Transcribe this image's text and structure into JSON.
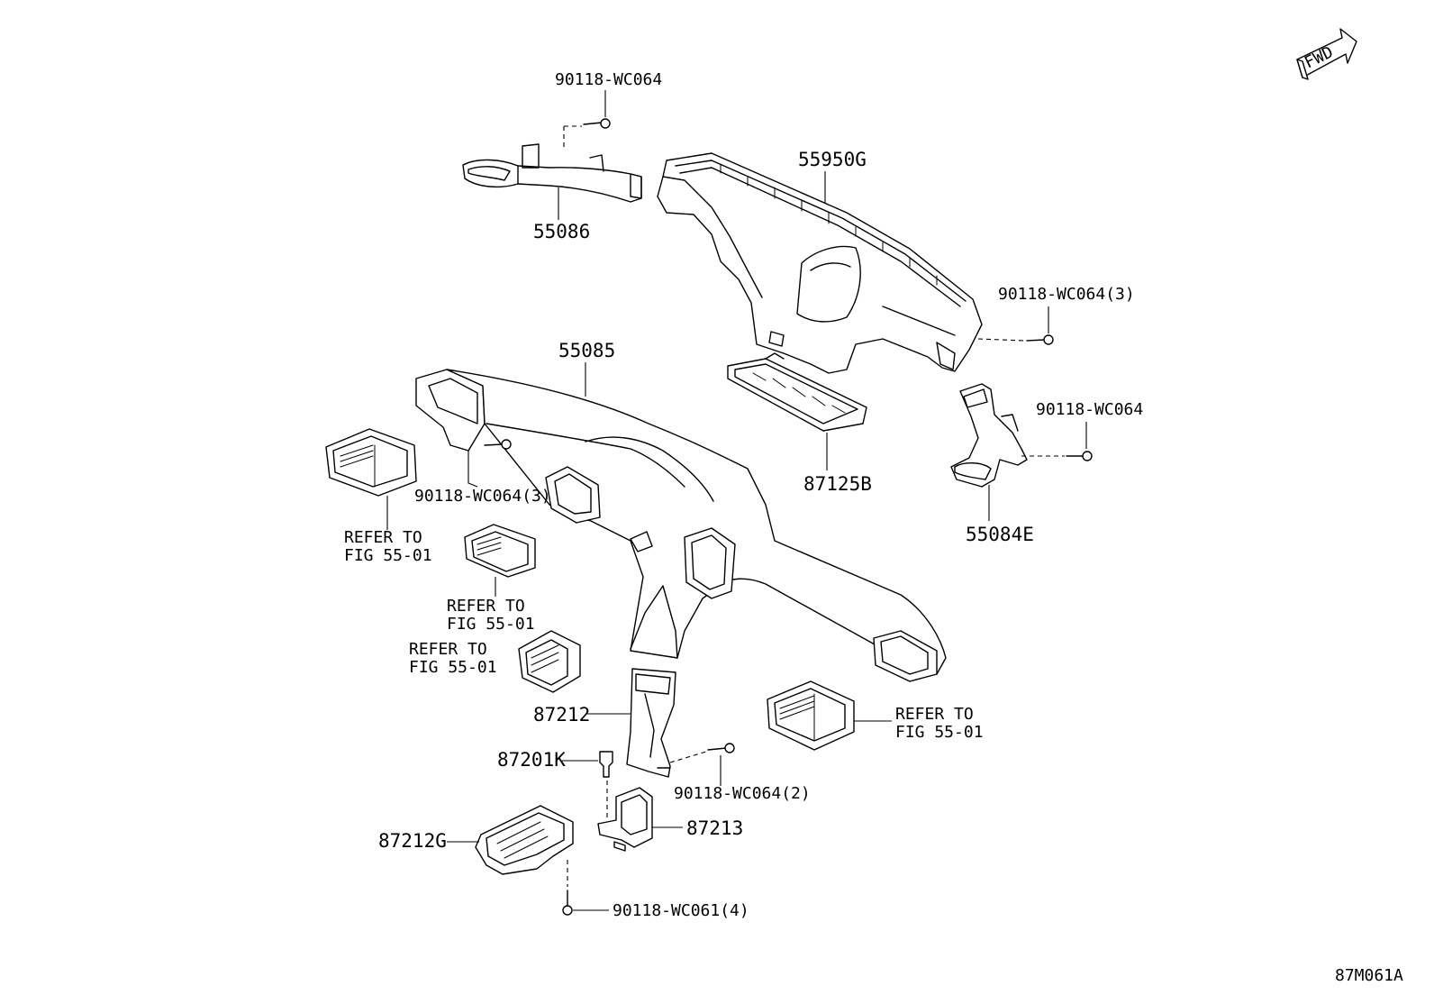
{
  "diagram": {
    "figure_code": "87M061A",
    "fwd_label": "FWD",
    "labels": {
      "p55086": "55086",
      "p55950g": "55950G",
      "p55085": "55085",
      "p87125b": "87125B",
      "p55084e": "55084E",
      "p87212": "87212",
      "p87201k": "87201K",
      "p87213": "87213",
      "p87212g": "87212G",
      "s_top": "90118-WC064",
      "s_right3": "90118-WC064(3)",
      "s_right": "90118-WC064",
      "s_left3": "90118-WC064(3)",
      "s_mid2": "90118-WC064(2)",
      "s_bottom4": "90118-WC061(4)"
    },
    "refer": {
      "line1": "REFER TO",
      "line2": "FIG 55-01"
    }
  }
}
